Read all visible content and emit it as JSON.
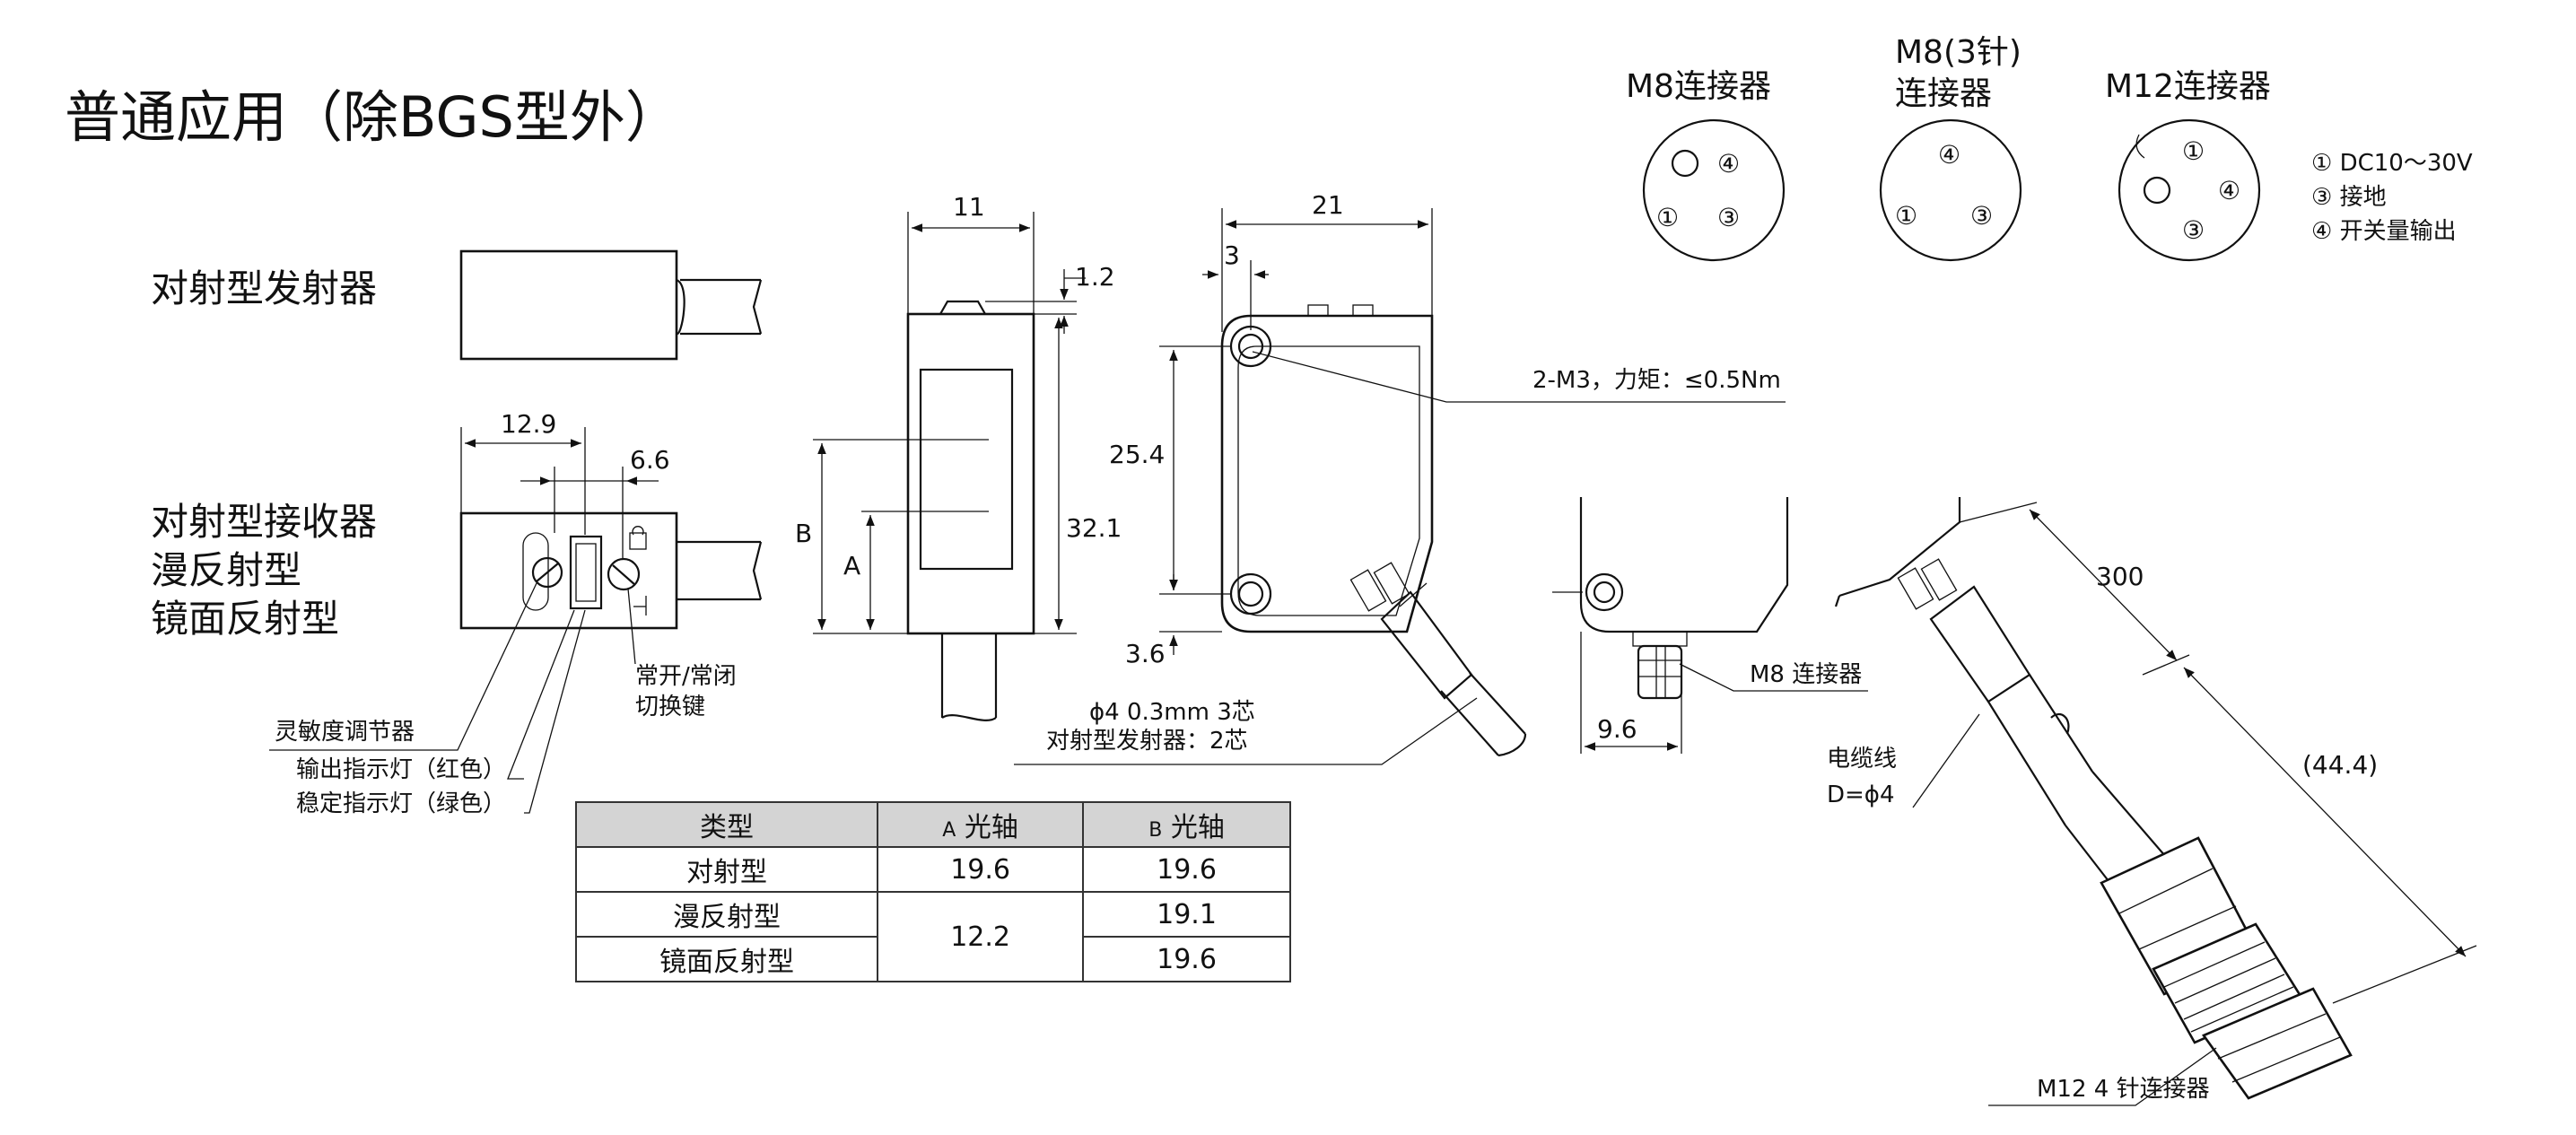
{
  "title": "普通应用（除BGS型外）",
  "views": {
    "emitter_label": "对射型发射器",
    "receiver_label_1": "对射型接收器",
    "receiver_label_2": "漫反射型",
    "receiver_label_3": "镜面反射型",
    "callout_sensitivity": "灵敏度调节器",
    "callout_output_led": "输出指示灯（红色）",
    "callout_stable_led": "稳定指示灯（绿色）",
    "callout_switch_1": "常开/常闭",
    "callout_switch_2": "切换键",
    "dim_12_9": "12.9",
    "dim_6_6": "6.6"
  },
  "front_view": {
    "dim_11": "11",
    "dim_1_2": "1.2",
    "dim_32_1": "32.1",
    "label_A": "A",
    "label_B": "B"
  },
  "side_view": {
    "dim_21": "21",
    "dim_3": "3",
    "dim_25_4": "25.4",
    "dim_3_6": "3.6",
    "mount_note": "2-M3，力矩：≤0.5Nm",
    "cable_note_1": "ϕ4 0.3mm  3芯",
    "cable_note_2": "对射型发射器：2芯"
  },
  "m8_view": {
    "connector_label": "M8 连接器",
    "dim_9_6": "9.6"
  },
  "m12_view": {
    "dim_300": "300",
    "dim_44_4": "(44.4)",
    "cable_label_1": "电缆线",
    "cable_label_2": "D=ϕ4",
    "connector_label": "M12 4 针连接器"
  },
  "connectors": {
    "m8_title": "M8连接器",
    "m8_3pin_title_1": "M8(3针)",
    "m8_3pin_title_2": "连接器",
    "m12_title": "M12连接器",
    "pin_1": "①",
    "pin_3": "③",
    "pin_4": "④",
    "legend_1": "① DC10～30V",
    "legend_3": "③  接地",
    "legend_4": "④  开关量输出"
  },
  "table": {
    "headers": [
      "类型",
      "A 光轴",
      "B 光轴"
    ],
    "header_prefix_a": "A",
    "header_prefix_b": "B",
    "header_suffix": "光轴",
    "rows": [
      {
        "type": "对射型",
        "a": "19.6",
        "b": "19.6"
      },
      {
        "type": "漫反射型",
        "a": "12.2",
        "b": "19.1"
      },
      {
        "type": "镜面反射型",
        "a": "12.2",
        "b": "19.6"
      }
    ]
  }
}
